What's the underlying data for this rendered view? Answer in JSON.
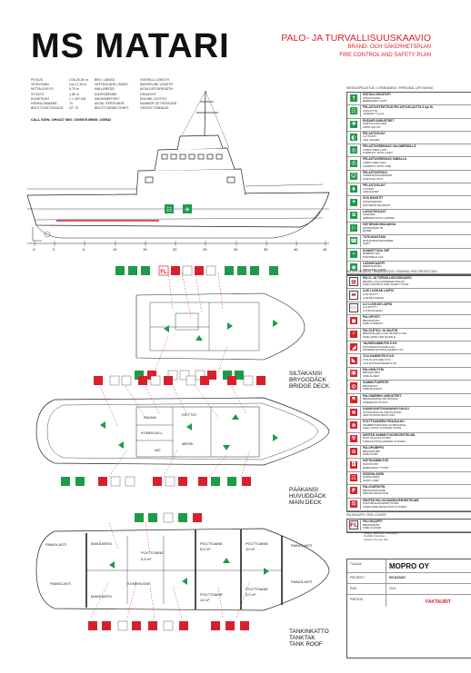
{
  "header": {
    "ship_name": "MS MATARI",
    "title_fi": "PALO- JA TURVALLISUUSKAAVIO",
    "title_sv": "BRAND- OCH SÄKERHETSPLAN",
    "title_en": "FIRE CONTROL AND SAFETY PLAN"
  },
  "specs": [
    {
      "k": "PITUUS",
      "v": "LOA 20,80 m",
      "k2": "BRO. LÄNGD",
      "k3": "OVERALL LENGTH"
    },
    {
      "k": "VESIVIIVAN",
      "v": "Lwl 17,26 m",
      "k2": "VATTENLINJE LÄNGD",
      "k3": "WATERLINE LENGTH"
    },
    {
      "k": "MITTALEVEYS",
      "v": "5,70 m",
      "k2": "MALLBREDD",
      "k3": "MOULDED BREADTH"
    },
    {
      "k": "SYVÄYS",
      "v": "1,80 m",
      "k2": "DJUPGÅENDE",
      "k3": "DRAUGHT"
    },
    {
      "k": "KONETEHO",
      "v": "2 × 287 kW",
      "k2": "MASKINEFFEKT",
      "k3": "ENGINE OUTPUT"
    },
    {
      "k": "HENKILÖMÄÄRÄ",
      "v": "70",
      "k2": "ANTAL PERSONER",
      "k3": "NUMBER OF PERSONS"
    },
    {
      "k": "BRUTTOVETOISUUS",
      "v": "GT 73",
      "k2": "BRUTTODRÄKTIGHET",
      "k3": "GROSS TONNAGE"
    }
  ],
  "call_sign": "CALL SIGN: OH4427  IMO: 2309578  MMSI: 230542",
  "scale_ticks": [
    "-5",
    "0",
    "5",
    "10",
    "15",
    "20",
    "25",
    "30",
    "35",
    "40",
    "45"
  ],
  "legend1": {
    "head": "HENKILÖPELASTUS / LIVRÄDDNING / PERSONAL LIFE SAVING",
    "rows": [
      {
        "sym": "↑",
        "cls": "g",
        "name": "HÄTÄULOSKÄYNTI",
        "sub": "NÖDUTGÅNG\nEMERGENCY EXIT"
      },
      {
        "sym": "☷",
        "cls": "g",
        "name": "PELASTUSTEHTÄVÄ PELASTUSLAUTTA  3 kpl 5L",
        "sub": "LIVFLOTTE\nLIFERAFT  5 pers."
      },
      {
        "sym": "✚",
        "cls": "g",
        "name": "ENSIAPUVARUSTEET",
        "sub": "FÖRSTA HJÄLPEN\nFIRST AID KIT"
      },
      {
        "sym": "◐",
        "cls": "g",
        "name": "PELASTUSLIIVI",
        "sub": "FLYTVÄST\nLIFE JACKET"
      },
      {
        "sym": "◎",
        "cls": "g",
        "name": "PELASTUSRENGAS VALOMERKILLÄ",
        "sub": "LIVBOJ MED LJUS\nLIFEBUOY WITH LIGHT"
      },
      {
        "sym": "◎",
        "cls": "g",
        "name": "PELASTUSRENGAS SIIMALLA",
        "sub": "LIVBOJ MED LINA\nLIFEBUOY WITH LINE"
      },
      {
        "sym": "☺",
        "cls": "g",
        "name": "PELASTUSPUKU",
        "sub": "ÖVERLEVNADSDRÄKT\nSURVIVAL SUIT"
      },
      {
        "sym": "♦",
        "cls": "g",
        "name": "PELASTUSLIIVI",
        "sub": "LIVVÄST\nLIFEJACKET"
      },
      {
        "sym": "✦",
        "cls": "g",
        "name": "SOS RAKETIT",
        "sub": "NÖDRAKETER\nDISTRESS ROCKETS"
      },
      {
        "sym": "≋",
        "cls": "g",
        "name": "LASKUTIKKAAT",
        "sub": "LEJDARE\nEMBARKATION LADDER"
      },
      {
        "sym": "⚐",
        "cls": "g",
        "name": "HÄTÄRADIOMAJAKKA",
        "sub": "NÖDRADIOFYR\nEPIRB"
      },
      {
        "sym": "☎",
        "cls": "g",
        "name": "TUTKAVASTAIN",
        "sub": "RADARTRANSPONDER\nSART"
      },
      {
        "sym": "⌁",
        "cls": "g",
        "name": "KANNETTAVA VHF",
        "sub": "BÄRBAR VHF\nPORTABLE VHF"
      },
      {
        "sym": "◉",
        "cls": "g",
        "name": "LÄÄKEKAAPPI",
        "sub": "MEDICINSKÅP\nMEDICINE CHEST"
      }
    ]
  },
  "legend2": {
    "head": "PALONTORJUNTA / BRANDSKYDD / GENERAL FIRE PROTECTION",
    "rows": [
      {
        "sym": "▦",
        "cls": "w",
        "name": "PALO- JA TURVALLISUUSKAAVIO",
        "sub": "BRAND- OCH SÄKERHETSPLAN\nFIRE CONTROL AND SAFETY PLAN"
      },
      {
        "sym": "▬",
        "cls": "w",
        "name": "A-60 LUOKAN LAIPIO",
        "sub": "A-60 SKOTT\nA-60 BULKHEAD"
      },
      {
        "sym": "▭",
        "cls": "w",
        "name": "A-0 LUOKAN LAIPIO",
        "sub": "A-0 SKOTT\nA-0 BULKHEAD"
      },
      {
        "sym": "◼",
        "cls": "r",
        "name": "PALOPOSTI",
        "sub": "BRANDPOST\nFIRE HYDRANT"
      },
      {
        "sym": "⚡",
        "cls": "r",
        "name": "PALOLETKU JA SUUTIN",
        "sub": "BRANDSLANG OCH MUNSTYCKE\nFIRE HOSE AND NOZZLE"
      },
      {
        "sym": "◢",
        "cls": "r",
        "name": "JAUHESAMMUTIN 6 KG",
        "sub": "PULVERSLÄCKARE 6 KG\nPOWDER EXTINGUISHER 6 KG"
      },
      {
        "sym": "◣",
        "cls": "r",
        "name": "CO2-SAMMUTIN 5 KG",
        "sub": "CO2-SLÄCKARE 5 KG\nCO2 EXTINGUISHER 5 KG"
      },
      {
        "sym": "▣",
        "cls": "r",
        "name": "PALOHÄLYTIN",
        "sub": "BRANDLARM\nFIRE ALARM"
      },
      {
        "sym": "◍",
        "cls": "r",
        "name": "SAMMUTUSPEITE",
        "sub": "BRANDFILT\nFIRE BLANKET"
      },
      {
        "sym": "⚑",
        "cls": "r",
        "name": "PALOMIEHEN VARUSTEET",
        "sub": "BRANDMANSUTRUSTNING\nFIREMAN'S OUTFIT"
      },
      {
        "sym": "✖",
        "cls": "r",
        "name": "ILMANVAIHTOKANAVAN SULKU",
        "sub": "STÄNGNING AV VENTILATION\nVENTILATION SHUT-OFF"
      },
      {
        "sym": "⊗",
        "cls": "r",
        "name": "POLTTOAINEEN PIKASULKU",
        "sub": "SNABBSTÄNGNING AV BRÄNSLE\nFUEL QUICK CLOSING VALVE"
      },
      {
        "sym": "☢",
        "cls": "r",
        "name": "KIINTEÄ SAMMUTUSJÄRJESTELMÄ",
        "sub": "FAST SLÄCKSYSTEM\nFIXED EXTINGUISHING SYSTEM"
      },
      {
        "sym": "⊘",
        "cls": "r",
        "name": "PALOPUMPPU",
        "sub": "BRANDPUMP\nFIRE PUMP"
      },
      {
        "sym": "◘",
        "cls": "r",
        "name": "HÄTÄSAMMUTUS",
        "sub": "NÖDSTOPP\nEMERGENCY STOP"
      },
      {
        "sym": "☷",
        "cls": "r",
        "name": "KÄSIVALAISIN",
        "sub": "HANDLAMPA\nHAND LAMP"
      },
      {
        "sym": "F",
        "cls": "r",
        "name": "PALOVAROITIN",
        "sub": "BRANDVARNARE\nSMOKE DETECTOR"
      },
      {
        "sym": "⊡",
        "cls": "r",
        "name": "KIINTEÄ PALOILMAISINJÄRJESTELMÄ",
        "sub": "FAST BRANDLARMSYSTEM\nFIXED FIRE DETECTION SYSTEM"
      }
    ]
  },
  "legend3": {
    "head": "PALOKAAPPI / FIRE LOCKER",
    "rows": [
      {
        "sym": "FL",
        "cls": "w",
        "name": "PALOKAAPPI",
        "sub": "BRANDSKÅP\nFIRE LOCKER"
      }
    ],
    "note": "Sisältö: palokirves, nostoköysi, ... \nInnehåll: brandyxa, ...\nContent: fire axe, line, ..."
  },
  "decks": {
    "bridge": [
      "SILTAKANSI",
      "BRYGGDÄCK",
      "BRIDGE DECK"
    ],
    "main": [
      "PÄÄKANSI",
      "HUVUDDÄCK",
      "MAIN DECK"
    ],
    "tank": [
      "TANKINKATTO",
      "TANKTAK",
      "TANK ROOF"
    ]
  },
  "rooms_main": [
    "SAUNA",
    "KEITTIÖ",
    "KONEKUILU",
    "WC",
    "MESSI"
  ],
  "rooms_tank": [
    "PAINOLASTI",
    "MAKEAVESI",
    "POLTTOAINE",
    "POLTTOAINE",
    "PAINOLASTI",
    "POLTTOAINE",
    "PAINOLASTI",
    "POLTTOAINE",
    "KONEHUONE",
    "MAKEAVESI",
    "POLTTOAINE",
    "PAINOLASTI"
  ],
  "room_values": [
    "5,5 m³",
    "5,5 m³",
    "10 m³",
    "10 m³",
    "5,5 m³"
  ],
  "title_block": {
    "client_label": "TILAAJA",
    "client": "MOPRO OY",
    "project_label": "PROJEKTI",
    "project": "MS MATARI",
    "drawn_label": "PIIRTÄJÄ",
    "company": "FAKTAURIT",
    "date_label": "PVM",
    "date": "2014"
  }
}
